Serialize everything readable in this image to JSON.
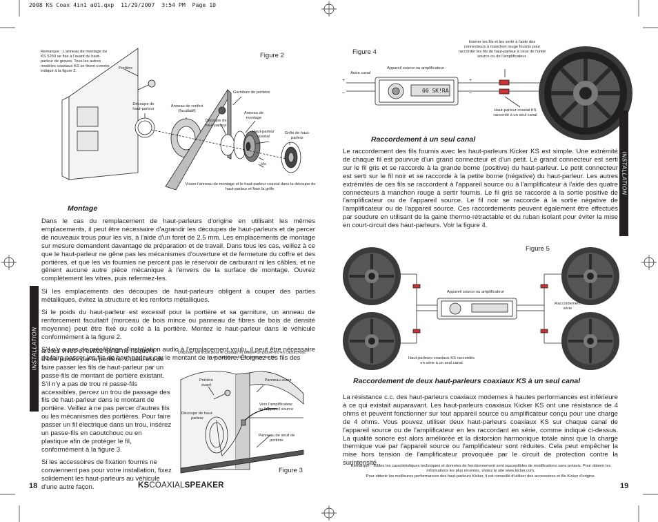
{
  "slug_line": "2008 KS Coax 4in1 a01.qxp  11/29/2007  3:54 PM  Page 10",
  "left_page": {
    "figure2": {
      "label": "Figure 2",
      "note": "Remarque : L'anneau de montage du KS 5250 se fixe à l'avant du haut-parleur de graves. Tous les autres modèles coaxiaux KS se fixent comme indiqué à la figure 2.",
      "callouts": {
        "portiere": "Portière",
        "decoupe1": "Découpe de haut-parleur",
        "anneau_renfort": "Anneau de renfort (facultatif)",
        "decoupe2": "Découpe de haut-parleur",
        "garniture": "Garniture de portière",
        "anneau_montage": "Anneau de montage",
        "hp_coaxial": "Haut-parleur coaxial",
        "grille": "Grille de haut-parleur",
        "vis": "Vis",
        "visser": "Visser l'anneau de montage et le haut-parleur coaxial dans la découpe de haut-parleur et fixer la grille."
      }
    },
    "montage_heading": "Montage",
    "paragraphs_full": [
      "Dans le cas du remplacement de haut-parleurs d'origine en utilisant les mêmes emplacements, il peut être nécessaire d'agrandir les découpes de haut-parleurs et de percer de nouveaux trous pour les vis, à l'aide d'un foret de 2,5 mm. Les emplacements de montage sur mesure demandent davantage de préparation et de travail. Dans tous les cas, veillez à ce que le haut-parleur ne gêne pas les mécanismes d'ouverture et de fermeture du coffre et des portières, et que les vis fournies ne percent pas le réservoir de carburant ni les câbles, et ne gênent aucune autre pièce mécanique à l'envers de la surface de montage. Ouvrez complètement les vitres, puis refermez-les.",
      "Si les emplacements des découpes de haut-parleurs obligent à couper des parties métalliques, évitez la structure et les renforts métalliques.",
      "Si le poids du haut-parleur est excessif pour la portière et sa garniture, un anneau de renforcement facultatif (morceau de bois mince ou panneau de fibres de bois de densité moyenne) peut être fixé ou collé à la portière. Montez le haut-parleur dans le véhicule conformément à la figure 2.",
      "S'il n'y a pas de précâblage d'installation audio à l'emplacement voulu, il peut être nécessaire de faire passer les fils de haut-parleur par le montant de la portière. Éloignez ces fils des"
    ],
    "narrow_lines": [
      "arêtes vives et évitez qu'ils ne risquent",
      "d'être pincés par la portière. L'idéal est de",
      "faire passer les fils de haut-parleur par un",
      "passe-fils de montant de portière existant.",
      "S'il n'y a pas de trou ni passe-fils",
      "accessibles, percez un trou de passage des",
      "fils de haut-parleur dans le montant de",
      "portière. Veillez à ne pas percer d'autres fils",
      "ou les mécanismes des portières. Pour faire",
      "passer un fil électrique dans un trou, insérez",
      "un passe-fils en caoutchouc ou en",
      "plastique afin de protéger le fil,",
      "conformément à la figure 3."
    ],
    "narrow_lines2": [
      "Si les accessoires de fixation fournis ne",
      "conviennent pas pour votre installation, fixez",
      "solidement les haut-parleurs au véhicule",
      "d'une autre façon."
    ],
    "figure3": {
      "label": "Figure 3",
      "caption": "Disposer les trous pour le câblage et utiliser un passe-fils en caoutchouc ou en plastique afin de protéger les fils.",
      "callouts": {
        "portiere_avant": "Portière avant",
        "panneau_avant": "Panneau avant",
        "decoupe": "Découpe de haut-parleur",
        "vers": "Vers l'amplificateur ou l'appareil source",
        "panneau_seuil": "Panneau de seuil de portière"
      }
    },
    "side_tab": "INSTALLATION",
    "page_number": "18",
    "brand": {
      "ks": "KS",
      "coaxial": "COAXIAL",
      "speaker": "SPEAKER"
    }
  },
  "right_page": {
    "figure4": {
      "label": "Figure 4",
      "callouts": {
        "inserer": "Insérer les fils et les sertir à l'aide des connecteurs à manchon rouge fournis pour raccorder les fils du haut-parleur à ceux de l'unité source ou de l'amplificateur.",
        "autre_canal": "Autre canal",
        "appareil": "Appareil source ou amplificateur",
        "hp_coaxial": "Haut-parleur coaxial KS raccordé à un seul canal",
        "display": "00 SK!RA"
      }
    },
    "heading_seul": "Raccordement à un seul canal",
    "para_seul": "Le raccordement des fils fournis avec les haut-parleurs Kicker KS est simple. Une extrémité de chaque fil est pourvue d'un grand connecteur et d'un petit. Le grand connecteur est serti sur le fil gris et se raccorde à la grande borne (positive) du haut-parleur. Le petit connecteur est serti sur le fil noir et se raccorde à la petite borne (négative) du haut-parleur. Les autres extrémités de ces fils se raccordent à l'appareil source ou à l'amplificateur à l'aide des quatre connecteurs à manchon rouge à sertir fournis. Le fil gris se raccorde à la sortie positive de l'amplificateur ou de l'appareil source. Le fil noir se raccorde à la sortie négative de l'amplificateur ou de l'appareil source. Ces raccordements peuvent également être effectués par soudure en utilisant de la gaine thermo-rétractable et du ruban isolant pour éviter la mise en court-circuit des haut-parleurs. Voir la figure 4.",
    "figure5": {
      "label": "Figure 5",
      "callouts": {
        "appareil": "Appareil source ou amplificateur",
        "raccordement": "Raccordement série",
        "hp_serie": "Haut-parleurs coaxiaux KS raccordés en série à un seul canal"
      }
    },
    "heading_deux": "Raccordement de deux haut-parleurs coaxiaux KS à un seul canal",
    "para_deux": "La résistance c.c. des haut-parleurs coaxiaux modernes à hautes performances est inférieure à ce qui existait auparavant. Les haut-parleurs coaxiaux Kicker KS ont une résistance de 4 ohms et peuvent fonctionner sur tout appareil source ou amplificateur conçu pour une charge de 4 ohms. Vous pouvez utiliser deux haut-parleurs coaxiaux KS sur chaque canal de l'appareil source ou de l'amplificateur en les raccordant en série, comme indiqué ci-dessus. La qualité sonore est alors améliorée et la distorsion harmonique totale ainsi que la charge thermique vue par l'appareil source ou l'amplificateur sont réduites. Cela peut empêcher la mise hors tension de l'amplificateur provoquée par le circuit de protection contre la surintensité..",
    "remark1": "Remarque : Toutes les caractéristiques techniques et données de fonctionnement sont susceptibles de modifications sans préavis. Pour obtenir les informations les plus récentes, visitez le site www.kicker.com.",
    "remark2": "Pour obtenir les meilleures performances des haut-parleurs Kicker, il est conseillé d'utiliser des accessoires et fils Kicker d'origine.",
    "side_tab": "INSTALLATION",
    "page_number": "19"
  },
  "colors": {
    "ink": "#231f20",
    "tab": "#231f20",
    "speaker_dark": "#2b2b2b"
  }
}
